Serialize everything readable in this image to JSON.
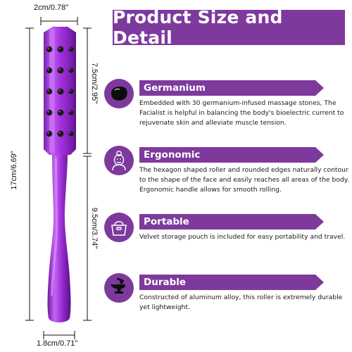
{
  "header": {
    "title": "Product Size and Detail"
  },
  "dimensions": {
    "top_width": "2cm/0.78\"",
    "head_length": "7.5cm/2.95\"",
    "total_length": "17cm/6.69\"",
    "handle_length": "9.5cm/3.74\"",
    "bottom_width": "1.8cm/0.71\""
  },
  "features": [
    {
      "icon": "stone-icon",
      "title": "Germanium",
      "text": "Embedded with 30 germanium-infused massage stones, The Facialist is helpful in balancing the body's bioelectric current to rejuvenate skin and alleviate muscle tension."
    },
    {
      "icon": "face-icon",
      "title": "Ergonomic",
      "text": "The hexagon shaped roller and rounded edges naturally contour to the shape of the face and easily reaches all areas of the body. Ergonomic handle allows for smooth rolling."
    },
    {
      "icon": "handbag-icon",
      "title": "Portable",
      "text": "Velvet storage pouch is included for easy portability and travel."
    },
    {
      "icon": "anvil-icon",
      "title": "Durable",
      "text": "Constructed of aluminum alloy, this roller is extremely durable yet lightweight."
    }
  ],
  "colors": {
    "accent": "#7d3a9c",
    "roller": "#a02bd6"
  }
}
